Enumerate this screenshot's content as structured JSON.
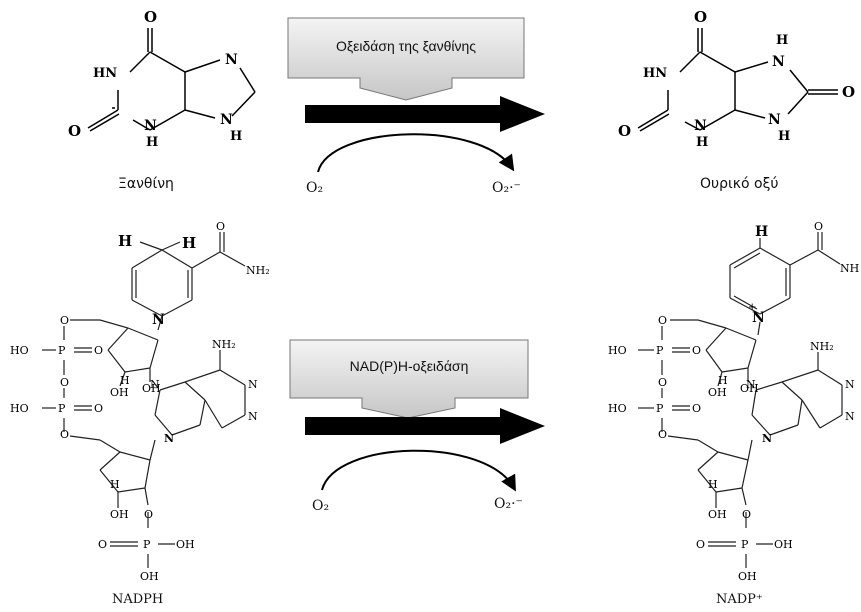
{
  "top_reaction": {
    "enzyme_label": "Οξειδάση της ξανθίνης",
    "substrate_name": "Ξανθίνη",
    "product_name": "Ουρικό οξύ",
    "cofactor_in": "O₂",
    "cofactor_out": "O₂·⁻"
  },
  "bottom_reaction": {
    "enzyme_label": "NAD(P)H-οξειδάση",
    "substrate_name": "NADPH",
    "product_name": "NADP⁺",
    "cofactor_in": "O₂",
    "cofactor_out": "O₂·⁻"
  },
  "atoms": {
    "O": "O",
    "N": "N",
    "H": "H",
    "HN": "HN",
    "HO": "HO",
    "P": "P",
    "OH": "OH",
    "NH2": "NH₂",
    "NH": "NH",
    "plus": "+"
  },
  "colors": {
    "arrow": "#000000",
    "box_fill_top": "#f2f2f2",
    "box_fill_bottom": "#c9c9c9"
  }
}
